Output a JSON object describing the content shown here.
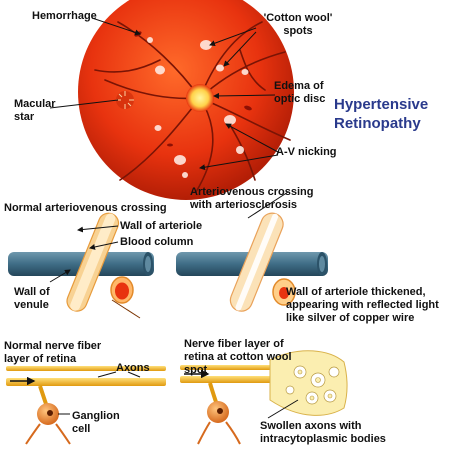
{
  "retina": {
    "hemorrhage": "Hemorrhage",
    "cotton_wool": "'Cotton wool' spots",
    "edema": "Edema of optic disc",
    "macular_star": "Macular star",
    "av_nicking": "A-V nicking",
    "title": "Hypertensive Retinopathy"
  },
  "crossing": {
    "normal_title": "Normal arteriovenous crossing",
    "wall_arteriole": "Wall of arteriole",
    "blood_column": "Blood column",
    "wall_venule": "Wall of venule",
    "sclerosis_title": "Arteriovenous crossing with arteriosclerosis",
    "thickened": "Wall of arteriole thickened, appearing with reflected light like silver of copper wire"
  },
  "nerve": {
    "normal_title": "Normal nerve fiber layer of retina",
    "axons": "Axons",
    "ganglion": "Ganglion cell",
    "cotton_title": "Nerve fiber layer of retina at cotton wool spot",
    "swollen": "Swollen axons with intracytoplasmic bodies"
  },
  "colors": {
    "fundus": "#e8330f",
    "vessel": "#7a1405",
    "title": "#2a3a8c",
    "venule": "#3f6d86",
    "arteriole": "#f2b25a",
    "axon": "#f0b21c",
    "soma": "#e2842e"
  }
}
